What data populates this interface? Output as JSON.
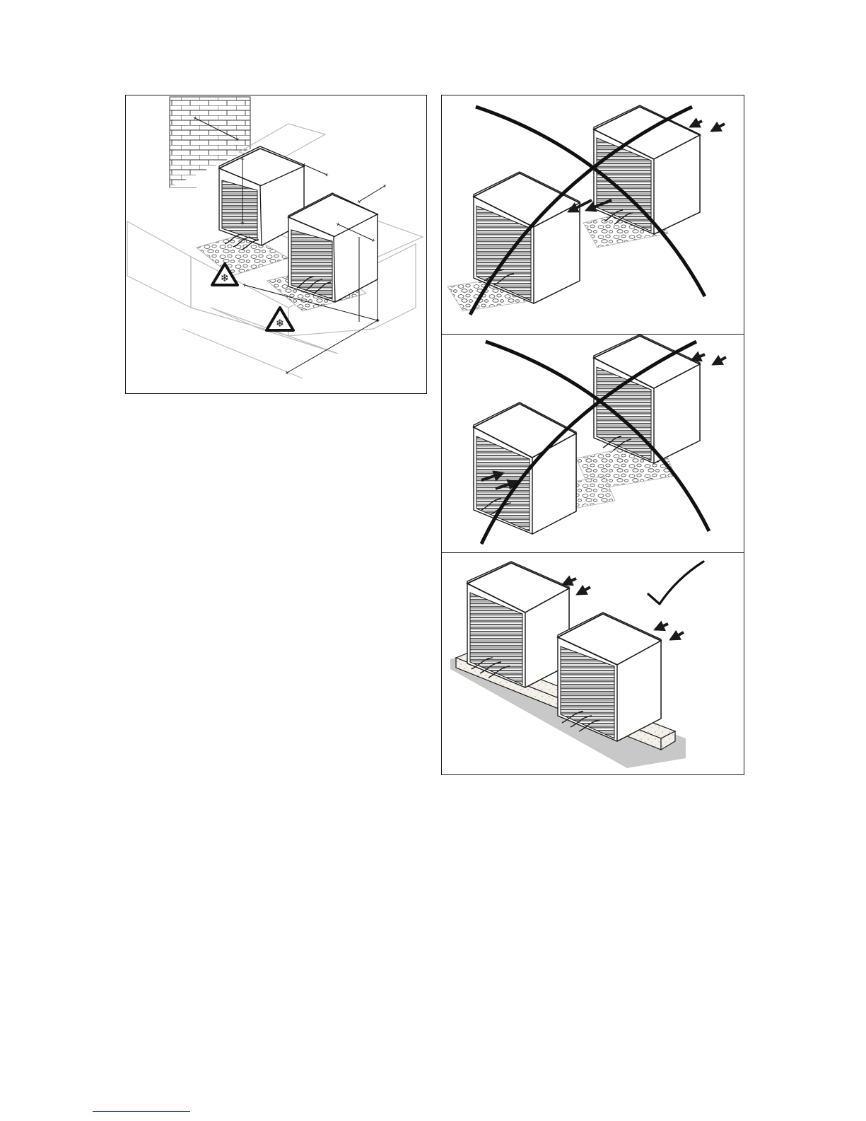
{
  "figure": {
    "left_panel": {
      "description_icons": [
        "frost-warning-icon",
        "frost-warning-icon"
      ],
      "elements": [
        "brick-wall",
        "heat-pump-unit",
        "heat-pump-unit",
        "gravel-bed",
        "gravel-bed",
        "dimension-lines"
      ]
    },
    "right_panel": {
      "scenes": [
        {
          "id": "wrong-facing",
          "verdict": "cross-icon"
        },
        {
          "id": "wrong-recirculation",
          "verdict": "cross-icon"
        },
        {
          "id": "correct-spacing",
          "verdict": "check-icon"
        }
      ]
    }
  },
  "colors": {
    "stroke": "#1a1a1a",
    "hatch": "#333333",
    "base_shadow": "#c8c8c8",
    "warning_sign": "#111111",
    "footer_link": "#2a36c8"
  }
}
